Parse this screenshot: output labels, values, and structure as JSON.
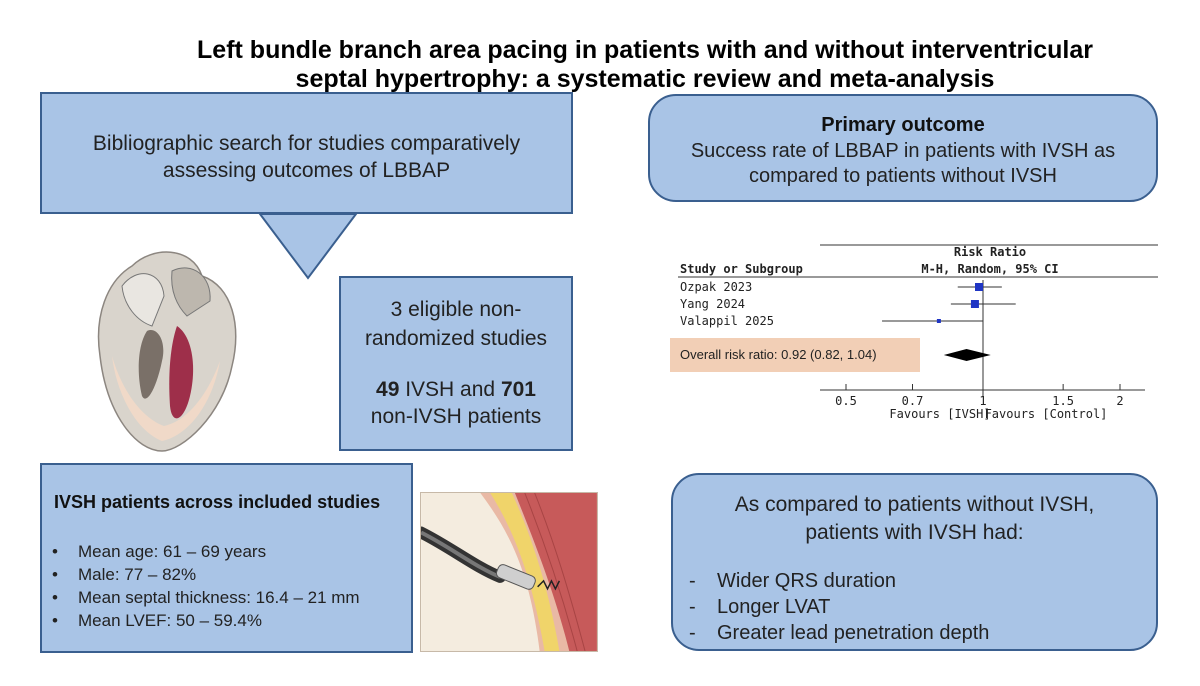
{
  "title": {
    "line1": "Left bundle branch area pacing in patients with and without interventricular",
    "line2": "septal hypertrophy: a systematic review and meta-analysis"
  },
  "search": {
    "line1": "Bibliographic search for studies comparatively",
    "line2": "assessing outcomes of LBBAP"
  },
  "studies": {
    "line1": "3 eligible non-",
    "line2": "randomized studies",
    "n_ivsh": "49",
    "ivsh_text": " IVSH and ",
    "n_non": "701",
    "line4": "non-IVSH patients"
  },
  "patients": {
    "heading": "IVSH patients across included studies",
    "bullet": "•",
    "items": [
      "Mean age: 61 – 69 years",
      "Male: 77 – 82%",
      "Mean septal thickness: 16.4 – 21 mm",
      "Mean LVEF: 50 – 59.4%"
    ]
  },
  "primary": {
    "heading": "Primary outcome",
    "line1": "Success rate of LBBAP in patients with IVSH as",
    "line2": "compared to patients without IVSH"
  },
  "compare": {
    "line1": "As compared to patients without IVSH,",
    "line2": "patients with IVSH had:",
    "dash": "-",
    "items": [
      "Wider QRS duration",
      "Longer LVAT",
      "Greater lead penetration depth"
    ]
  },
  "chart_data": {
    "type": "forest",
    "header_effect": "Risk Ratio",
    "header_col": "Study or Subgroup",
    "header_method": "M-H, Random, 95% CI",
    "studies": [
      {
        "name": "Ozpak 2023",
        "rr": 0.98,
        "lo": 0.88,
        "hi": 1.1
      },
      {
        "name": "Yang 2024",
        "rr": 0.96,
        "lo": 0.85,
        "hi": 1.18
      },
      {
        "name": "Valappil 2025",
        "rr": 0.8,
        "lo": 0.6,
        "hi": 1.0
      }
    ],
    "overall": {
      "label": "Overall risk ratio: 0.92 (0.82, 1.04)",
      "rr": 0.92,
      "lo": 0.82,
      "hi": 1.04
    },
    "ticks": [
      "0.5",
      "0.7",
      "1",
      "1.5",
      "2"
    ],
    "tick_values": [
      0.5,
      0.7,
      1,
      1.5,
      2
    ],
    "scale": "log",
    "favours_left": "Favours [IVSH]",
    "favours_right": "Favours [Control]",
    "marker_color": "#1f35c4"
  }
}
